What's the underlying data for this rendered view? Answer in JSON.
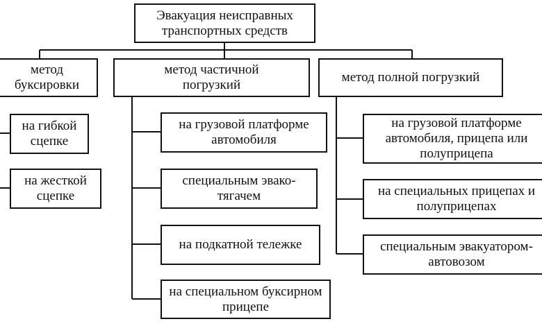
{
  "root": {
    "lines": [
      "Эвакуация неисправных",
      "транспортных средств"
    ]
  },
  "methods": [
    {
      "lines": [
        "метод",
        "буксировки"
      ],
      "children": [
        {
          "lines": [
            "на гибкой",
            "сцепке"
          ]
        },
        {
          "lines": [
            "на жесткой",
            "сцепке"
          ]
        }
      ]
    },
    {
      "lines": [
        "метод частичной",
        "погрузкий"
      ],
      "children": [
        {
          "lines": [
            "на грузовой платформе",
            "автомобиля"
          ]
        },
        {
          "lines": [
            "специальным эвако-",
            "тягачем"
          ]
        },
        {
          "lines": [
            "на подкатной тележке"
          ]
        },
        {
          "lines": [
            "на специальном буксирном",
            "прицепе"
          ]
        }
      ]
    },
    {
      "lines": [
        "метод полной погрузкий"
      ],
      "children": [
        {
          "lines": [
            "на грузовой платформе",
            "автомобиля, прицепа или",
            "полуприцепа"
          ]
        },
        {
          "lines": [
            "на специальных прицепах и",
            "полуприцепах"
          ]
        },
        {
          "lines": [
            "специальным эвакуатором-",
            "автовозом"
          ]
        }
      ]
    }
  ]
}
